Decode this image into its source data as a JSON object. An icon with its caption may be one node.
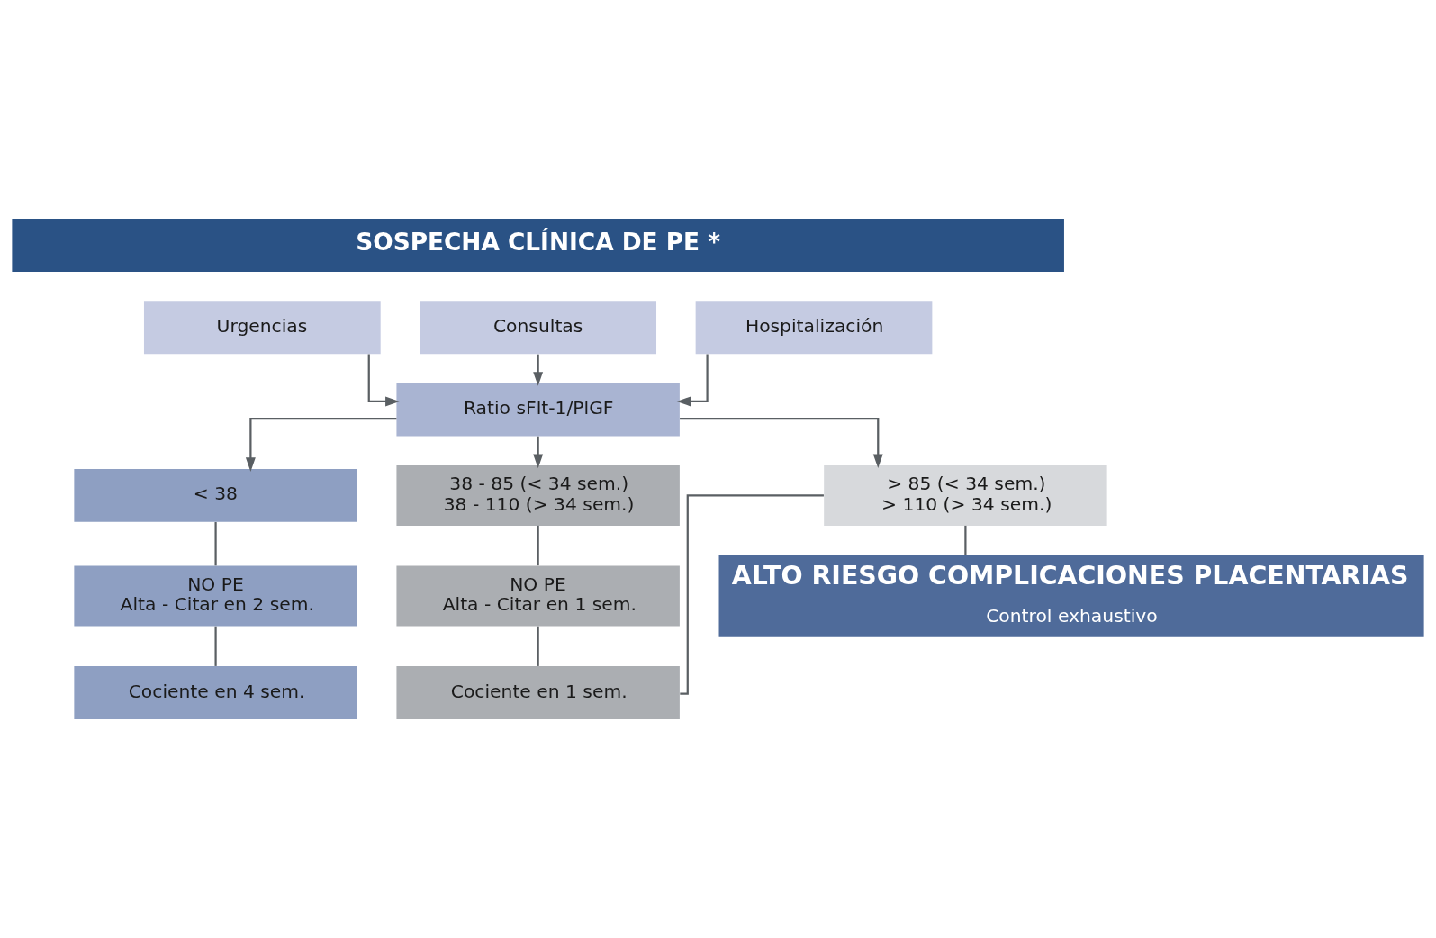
{
  "diagram": {
    "nodes": [
      {
        "text": [
          "SOSPECHA CLÍNICA DE PE *"
        ]
      },
      {
        "text": [
          "Urgencias"
        ]
      },
      {
        "text": [
          "Consultas"
        ]
      },
      {
        "text": [
          "Hospitalización"
        ]
      },
      {
        "text": [
          "Ratio sFlt-1/PlGF"
        ]
      },
      {
        "text": [
          "< 38"
        ]
      },
      {
        "text": [
          "38 - 85 (< 34 sem.)",
          "38 - 110 (> 34 sem.)"
        ]
      },
      {
        "text": [
          "> 85 (< 34 sem.)",
          "> 110 (> 34 sem.)"
        ]
      },
      {
        "text": [
          "NO PE",
          "Alta - Citar en 2 sem."
        ]
      },
      {
        "text": [
          "NO PE",
          "Alta - Citar en 1 sem."
        ]
      },
      {
        "text": [
          "ALTO RIESGO COMPLICACIONES PLACENTARIAS",
          "Control exhaustivo"
        ]
      },
      {
        "text": [
          "Cociente en 4 sem."
        ]
      },
      {
        "text": [
          "Cociente en 1 sem."
        ]
      }
    ],
    "edges": [
      {
        "from": 1,
        "to": 4,
        "arrow": "to"
      },
      {
        "from": 2,
        "to": 4,
        "arrow": "to"
      },
      {
        "from": 3,
        "to": 4,
        "arrow": "to"
      },
      {
        "from": 4,
        "to": 5,
        "arrow": "to"
      },
      {
        "from": 4,
        "to": 6,
        "arrow": "to"
      },
      {
        "from": 4,
        "to": 7,
        "arrow": "to"
      },
      {
        "from": 5,
        "to": 8,
        "arrow": "none"
      },
      {
        "from": 6,
        "to": 9,
        "arrow": "none"
      },
      {
        "from": 7,
        "to": 10,
        "arrow": "none"
      },
      {
        "from": 8,
        "to": 11,
        "arrow": "none"
      },
      {
        "from": 9,
        "to": 12,
        "arrow": "none"
      },
      {
        "from": 12,
        "to": 7,
        "arrow": "none"
      }
    ]
  }
}
